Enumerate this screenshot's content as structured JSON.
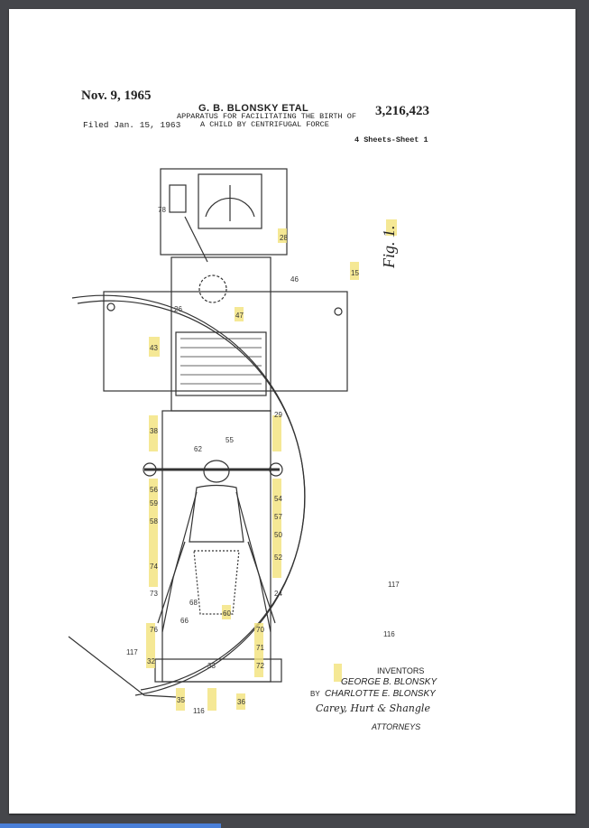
{
  "header": {
    "date": "Nov. 9, 1965",
    "inventor_line": "G. B. BLONSKY ETAL",
    "title_line1": "APPARATUS FOR FACILITATING THE BIRTH OF",
    "title_line2": "A CHILD BY CENTRIFUGAL FORCE",
    "patent_number": "3,216,423",
    "filed": "Filed Jan. 15, 1963",
    "sheets": "4 Sheets-Sheet 1"
  },
  "figure": {
    "label": "Fig. 1.",
    "reference_numerals": [
      "78",
      "28",
      "46",
      "15",
      "26",
      "47",
      "43",
      "38",
      "29",
      "55",
      "62",
      "59",
      "56",
      "57",
      "54",
      "52",
      "58",
      "74",
      "73",
      "76",
      "32",
      "117",
      "116",
      "36",
      "33",
      "35",
      "72",
      "71",
      "70",
      "24",
      "50",
      "60",
      "66",
      "68",
      "117",
      "116"
    ]
  },
  "signature": {
    "inventors_label": "INVENTORS",
    "inventor1": "GEORGE B. BLONSKY",
    "by": "BY",
    "inventor2": "CHARLOTTE E. BLONSKY",
    "attorney_signature": "Carey, Hurt & Shangle",
    "attorneys_label": "ATTORNEYS"
  },
  "viewer": {
    "progress_percent": 37.5,
    "accent": "#4a7fd8"
  }
}
